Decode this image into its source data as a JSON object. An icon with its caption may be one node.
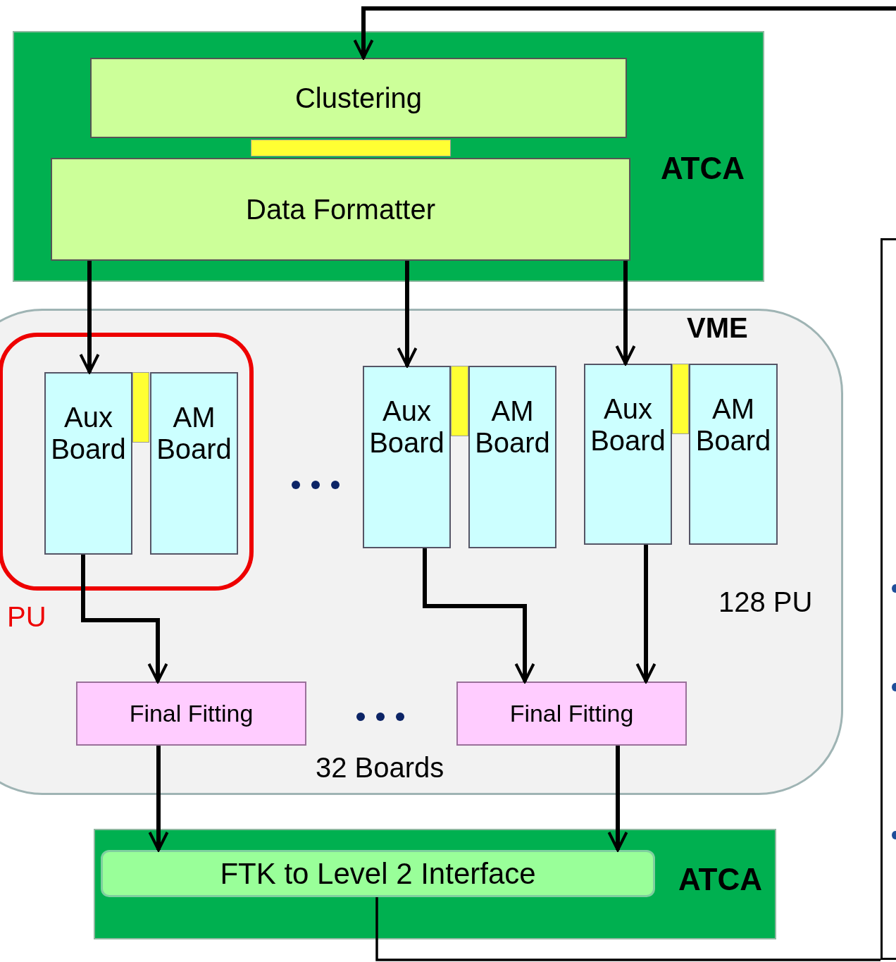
{
  "diagram": {
    "nodes": [
      {
        "text": [
          "ATCA"
        ]
      },
      {
        "text": [
          "Clustering"
        ],
        "in": 0
      },
      {
        "text": [
          "Data Formatter"
        ],
        "in": 0
      },
      {
        "text": [],
        "shape": "bar",
        "in": 0
      },
      {
        "text": [
          "VME"
        ]
      },
      {
        "text": [
          "PU"
        ],
        "in": 4
      },
      {
        "text": [
          "Aux Board"
        ],
        "in": 5
      },
      {
        "text": [],
        "shape": "bar",
        "in": 5
      },
      {
        "text": [
          "AM Board"
        ],
        "in": 5
      },
      {
        "text": [
          "Aux Board"
        ],
        "in": 4
      },
      {
        "text": [],
        "shape": "bar",
        "in": 4
      },
      {
        "text": [
          "AM Board"
        ],
        "in": 4
      },
      {
        "text": [
          "Aux Board"
        ],
        "in": 4
      },
      {
        "text": [],
        "shape": "bar",
        "in": 4
      },
      {
        "text": [
          "AM Board"
        ],
        "in": 4
      },
      {
        "text": [
          "Final Fitting"
        ],
        "in": 4
      },
      {
        "text": [
          "Final Fitting"
        ],
        "in": 4
      },
      {
        "text": [
          "ATCA"
        ]
      },
      {
        "text": [
          "FTK to Level 2 Interface"
        ],
        "in": 17
      },
      {
        "text": [],
        "shape": "box"
      }
    ],
    "edges": [
      {
        "from": null,
        "to": 1,
        "arrow": "to"
      },
      {
        "from": 2,
        "to": 6,
        "arrow": "to"
      },
      {
        "from": 2,
        "to": 9,
        "arrow": "to"
      },
      {
        "from": 2,
        "to": 12,
        "arrow": "to"
      },
      {
        "from": 6,
        "to": 15,
        "arrow": "to"
      },
      {
        "from": 9,
        "to": 16,
        "arrow": "to"
      },
      {
        "from": 12,
        "to": 16,
        "arrow": "to"
      },
      {
        "from": 15,
        "to": 18,
        "arrow": "to"
      },
      {
        "from": 16,
        "to": 18,
        "arrow": "to"
      },
      {
        "from": 18,
        "to": 19,
        "arrow": "none"
      }
    ],
    "labels": [
      "128 PU",
      "32 Boards"
    ]
  }
}
